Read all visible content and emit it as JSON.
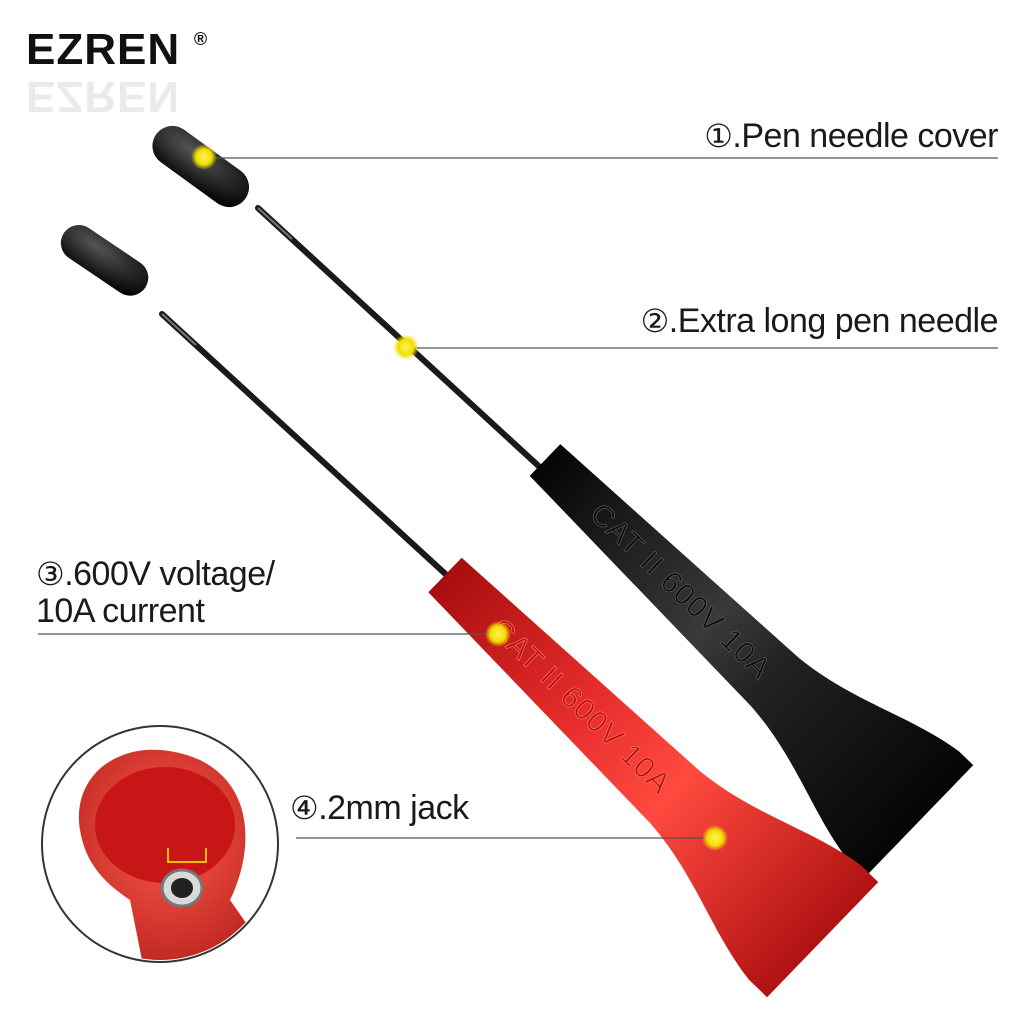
{
  "brand": {
    "name": "EZREN",
    "mark": "®"
  },
  "callouts": [
    {
      "index": "①",
      "text": ".Pen needle cover"
    },
    {
      "index": "②",
      "text": ".Extra long pen needle"
    },
    {
      "index": "③",
      "text": ".600V voltage/",
      "line2": "10A current"
    },
    {
      "index": "④",
      "text": ".2mm jack"
    }
  ],
  "probe_marking": "CAT II 600V 10A",
  "colors": {
    "red": "#d81f1f",
    "black": "#1a1a1a",
    "highlight": "#f5e600",
    "line": "#555555"
  }
}
